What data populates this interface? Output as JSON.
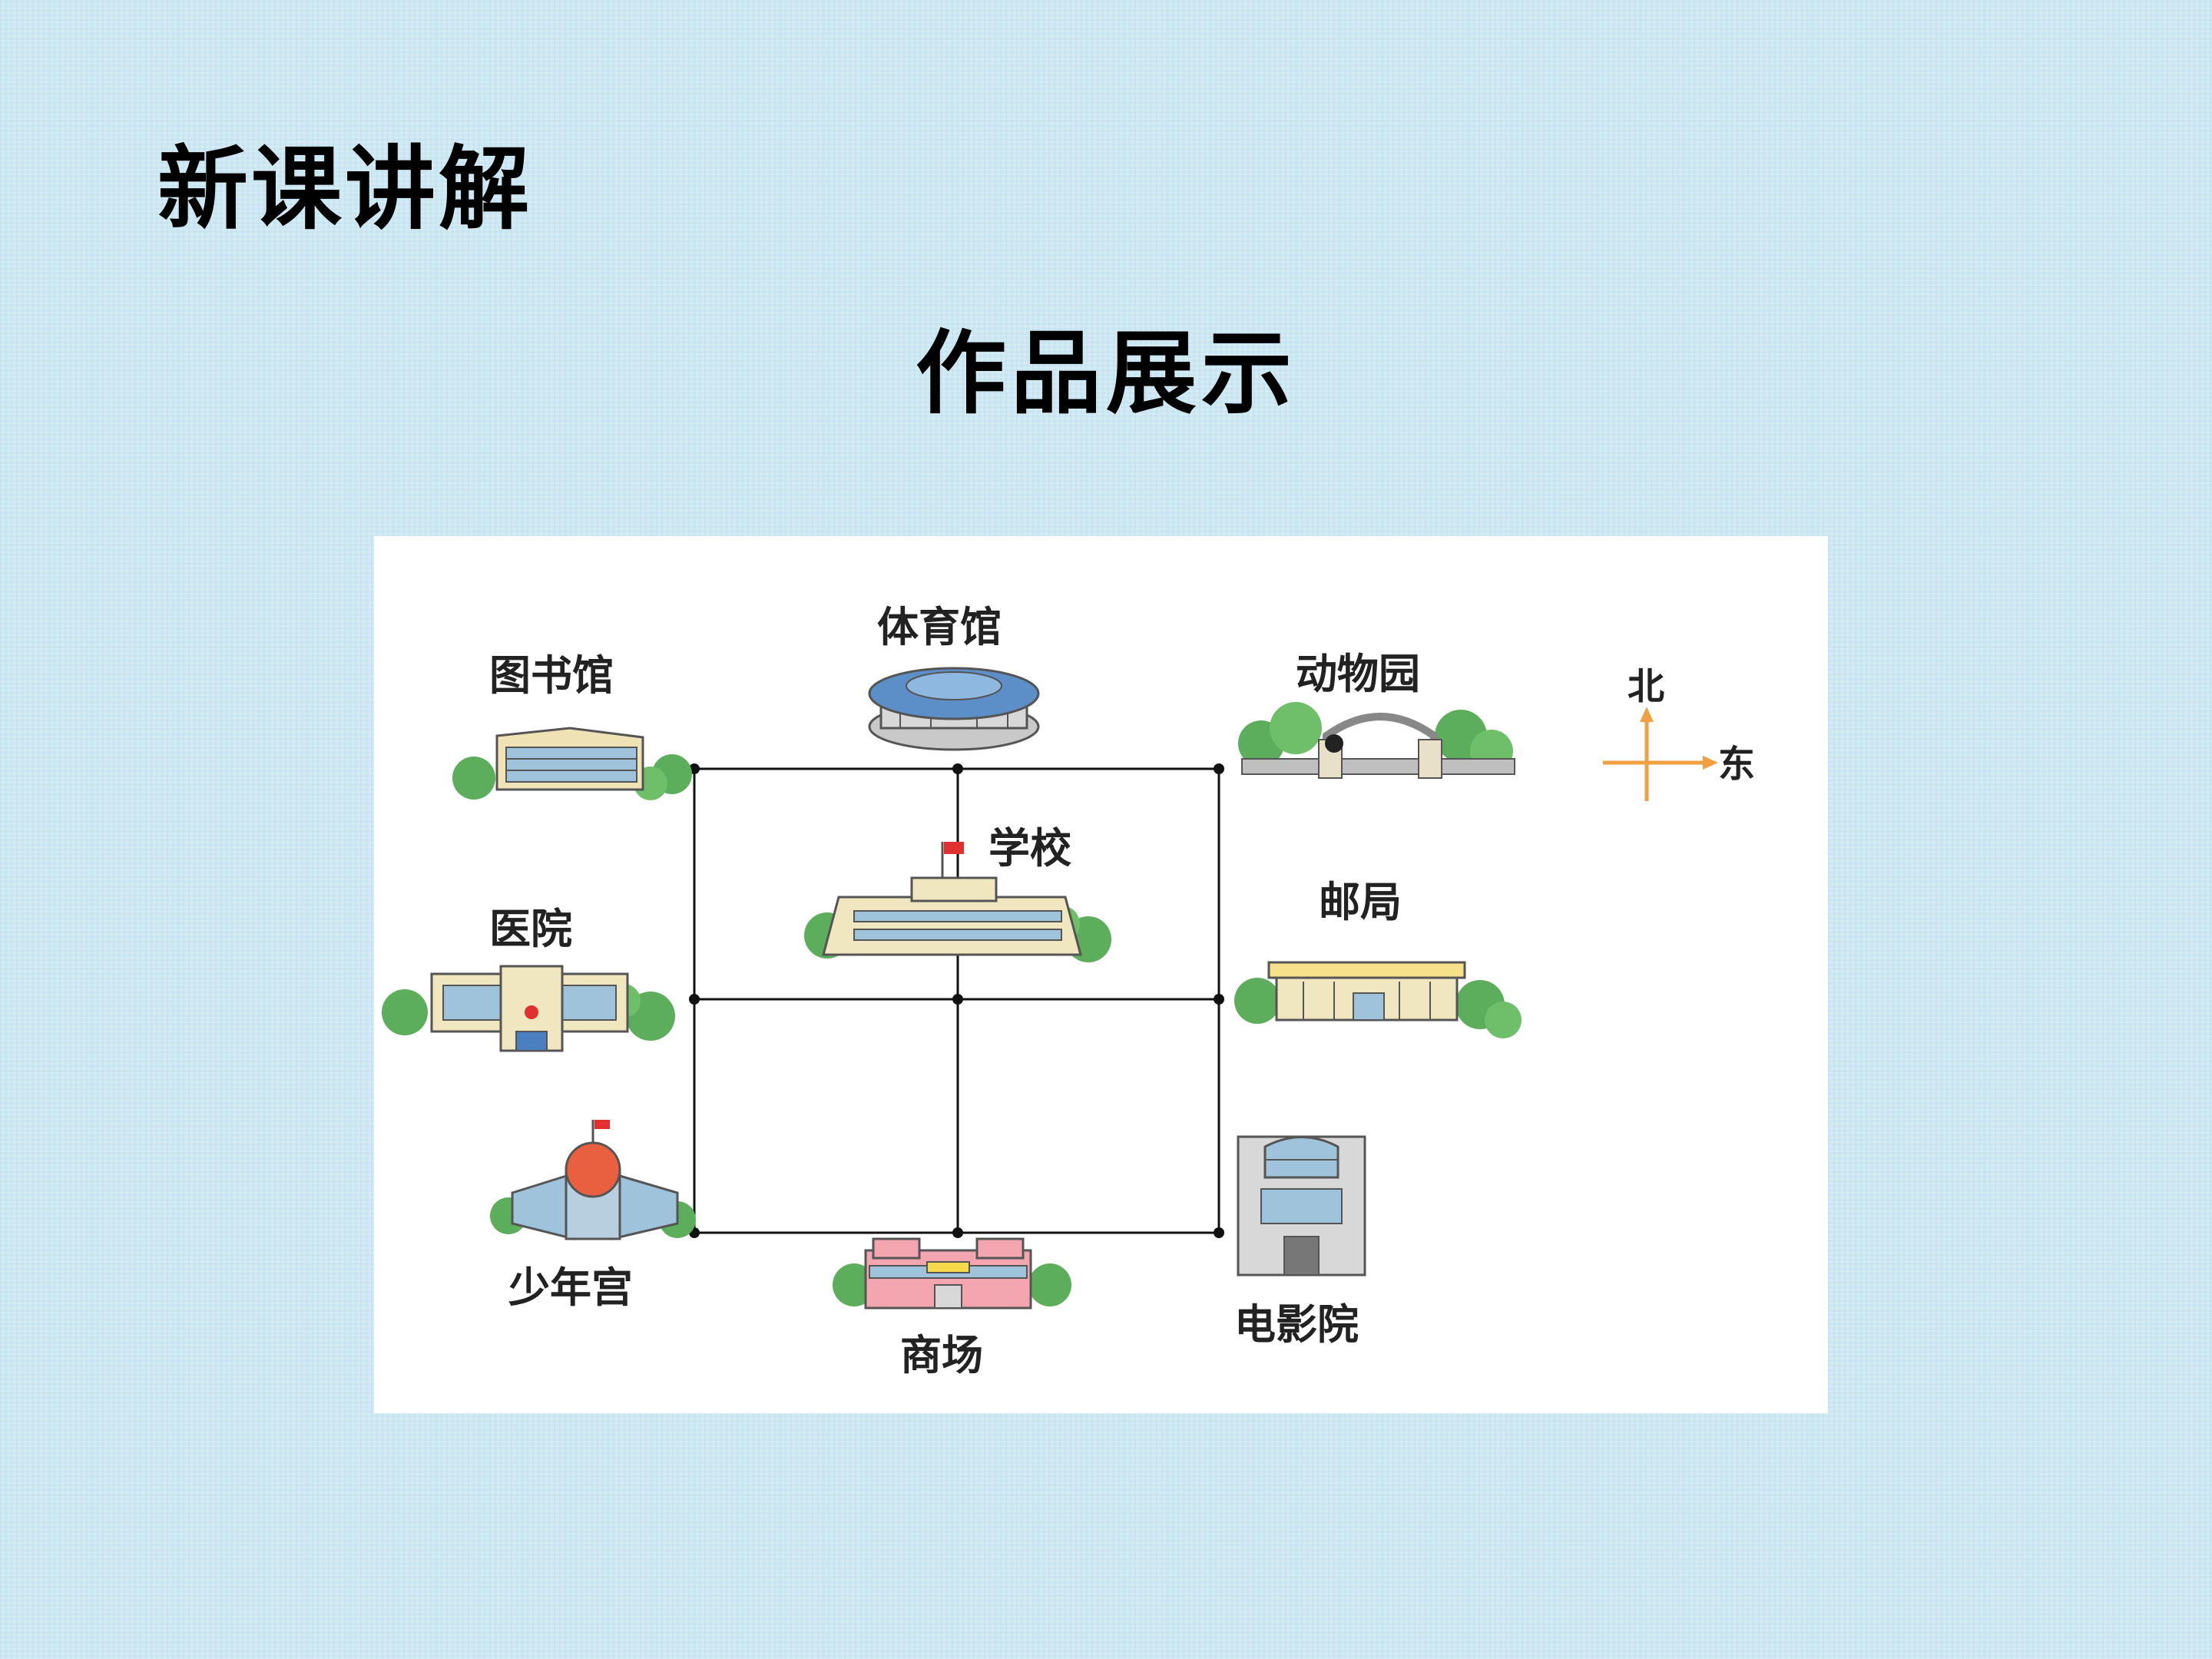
{
  "header": {
    "section_title": "新课讲解",
    "slide_title": "作品展示"
  },
  "map": {
    "compass": {
      "north": "北",
      "east": "东",
      "color": "#f0a040"
    },
    "places": {
      "library": "图书馆",
      "stadium": "体育馆",
      "zoo": "动物园",
      "hospital": "医院",
      "school": "学校",
      "post_office": "邮局",
      "youth_palace": "少年宫",
      "mall": "商场",
      "cinema": "电影院"
    }
  }
}
